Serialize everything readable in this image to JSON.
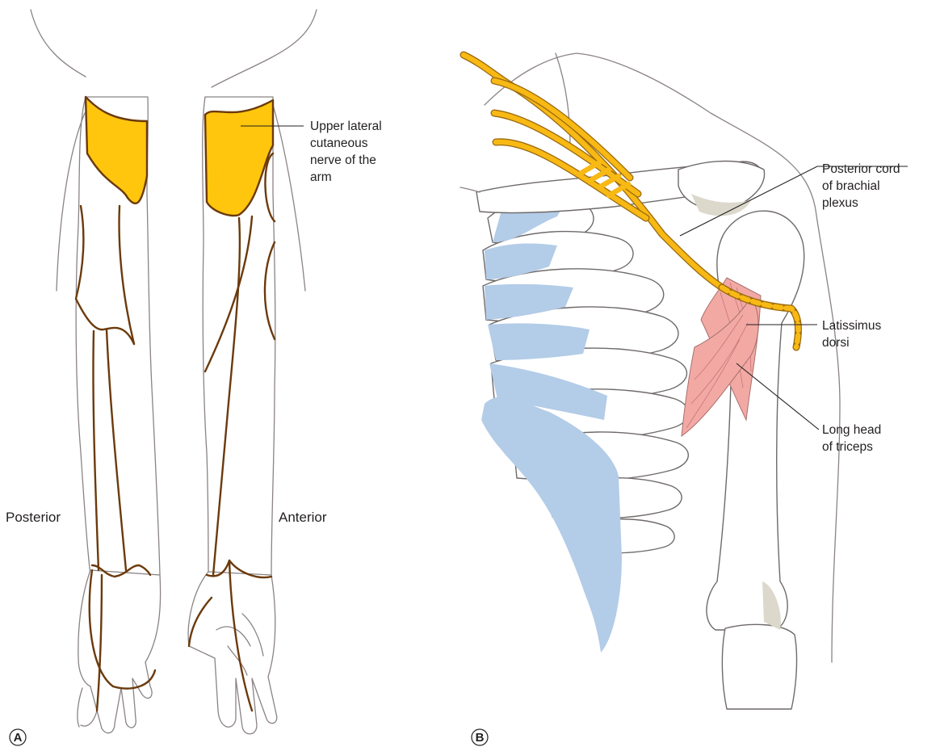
{
  "panel_a": {
    "letter": "A",
    "view_left": "Posterior",
    "view_right": "Anterior",
    "callout": [
      "Upper lateral",
      "cutaneous",
      "nerve of the",
      "arm"
    ]
  },
  "panel_b": {
    "letter": "B",
    "callouts": {
      "posterior_cord": [
        "Posterior cord",
        "of brachial",
        "plexus"
      ],
      "latissimus": [
        "Latissimus",
        "dorsi"
      ],
      "long_head": [
        "Long head",
        "of triceps"
      ]
    }
  },
  "colors": {
    "nerve_zone": "#ffc60d",
    "nerve_line": "#6b3a0c",
    "plexus": "#f8b914",
    "rib_cartilage": "#b3cce8",
    "muscle": "#f2a9a4",
    "outline": "#8b8384"
  }
}
